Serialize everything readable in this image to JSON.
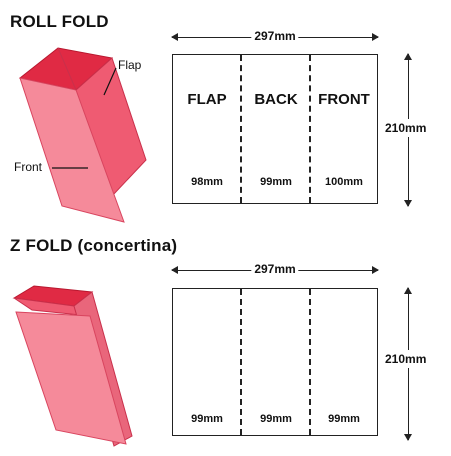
{
  "roll_fold": {
    "title": "ROLL FOLD",
    "width_label": "297mm",
    "height_label": "210mm",
    "callout_flap": "Flap",
    "callout_front": "Front",
    "columns": [
      {
        "label": "FLAP",
        "size": "98mm"
      },
      {
        "label": "BACK",
        "size": "99mm"
      },
      {
        "label": "FRONT",
        "size": "100mm"
      }
    ]
  },
  "z_fold": {
    "title": "Z FOLD",
    "subtitle": "(concertina)",
    "width_label": "297mm",
    "height_label": "210mm",
    "columns": [
      {
        "size": "99mm"
      },
      {
        "size": "99mm"
      },
      {
        "size": "99mm"
      }
    ]
  },
  "colors": {
    "paper_light": "#f58a9a",
    "paper_mid": "#ef5b72",
    "paper_dark": "#e02a44",
    "outline": "#222222"
  }
}
